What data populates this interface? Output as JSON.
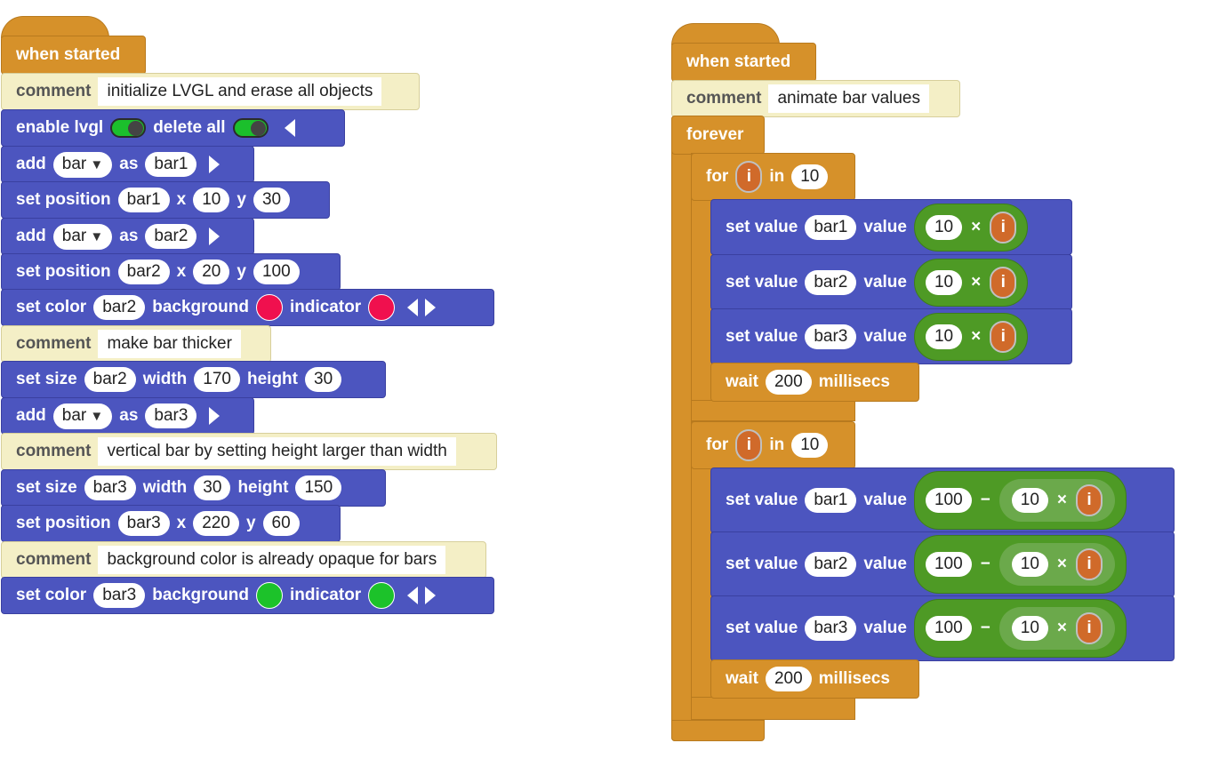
{
  "left_script": {
    "hat": "when started",
    "comment1": {
      "label": "comment",
      "text": "initialize LVGL and erase all objects"
    },
    "enable": {
      "label": "enable lvgl",
      "label2": "delete all"
    },
    "add1": {
      "label": "add",
      "type": "bar",
      "as": "as",
      "name": "bar1"
    },
    "setpos1": {
      "label": "set position",
      "obj": "bar1",
      "x": "10",
      "y": "30",
      "xl": "x",
      "yl": "y"
    },
    "add2": {
      "label": "add",
      "type": "bar",
      "as": "as",
      "name": "bar2"
    },
    "setpos2": {
      "label": "set position",
      "obj": "bar2",
      "x": "20",
      "y": "100",
      "xl": "x",
      "yl": "y"
    },
    "color1": {
      "label": "set color",
      "obj": "bar2",
      "bg": "background",
      "ind": "indicator",
      "bg_color": "#f0104e",
      "ind_color": "#f0104e"
    },
    "comment2": {
      "label": "comment",
      "text": "make bar thicker"
    },
    "size1": {
      "label": "set size",
      "obj": "bar2",
      "wl": "width",
      "w": "170",
      "hl": "height",
      "h": "30"
    },
    "add3": {
      "label": "add",
      "type": "bar",
      "as": "as",
      "name": "bar3"
    },
    "comment3": {
      "label": "comment",
      "text": "vertical bar by setting height larger than width"
    },
    "size2": {
      "label": "set size",
      "obj": "bar3",
      "wl": "width",
      "w": "30",
      "hl": "height",
      "h": "150"
    },
    "setpos3": {
      "label": "set position",
      "obj": "bar3",
      "x": "220",
      "y": "60",
      "xl": "x",
      "yl": "y"
    },
    "comment4": {
      "label": "comment",
      "text": "background color is already opaque for bars"
    },
    "color2": {
      "label": "set color",
      "obj": "bar3",
      "bg": "background",
      "ind": "indicator",
      "bg_color": "#1cc22a",
      "ind_color": "#1cc22a"
    }
  },
  "right_script": {
    "hat": "when started",
    "comment": {
      "label": "comment",
      "text": "animate bar values"
    },
    "forever": "forever",
    "for1": {
      "label": "for",
      "var": "i",
      "in": "in",
      "count": "10"
    },
    "set1a": {
      "label": "set value",
      "obj": "bar1",
      "vl": "value",
      "a": "10",
      "op": "×",
      "var": "i"
    },
    "set1b": {
      "label": "set value",
      "obj": "bar2",
      "vl": "value",
      "a": "10",
      "op": "×",
      "var": "i"
    },
    "set1c": {
      "label": "set value",
      "obj": "bar3",
      "vl": "value",
      "a": "10",
      "op": "×",
      "var": "i"
    },
    "wait1": {
      "label": "wait",
      "ms": "200",
      "unit": "millisecs"
    },
    "for2": {
      "label": "for",
      "var": "i",
      "in": "in",
      "count": "10"
    },
    "set2a": {
      "label": "set value",
      "obj": "bar1",
      "vl": "value",
      "a": "100",
      "op": "−",
      "b": "10",
      "op2": "×",
      "var": "i"
    },
    "set2b": {
      "label": "set value",
      "obj": "bar2",
      "vl": "value",
      "a": "100",
      "op": "−",
      "b": "10",
      "op2": "×",
      "var": "i"
    },
    "set2c": {
      "label": "set value",
      "obj": "bar3",
      "vl": "value",
      "a": "100",
      "op": "−",
      "b": "10",
      "op2": "×",
      "var": "i"
    },
    "wait2": {
      "label": "wait",
      "ms": "200",
      "unit": "millisecs"
    }
  }
}
